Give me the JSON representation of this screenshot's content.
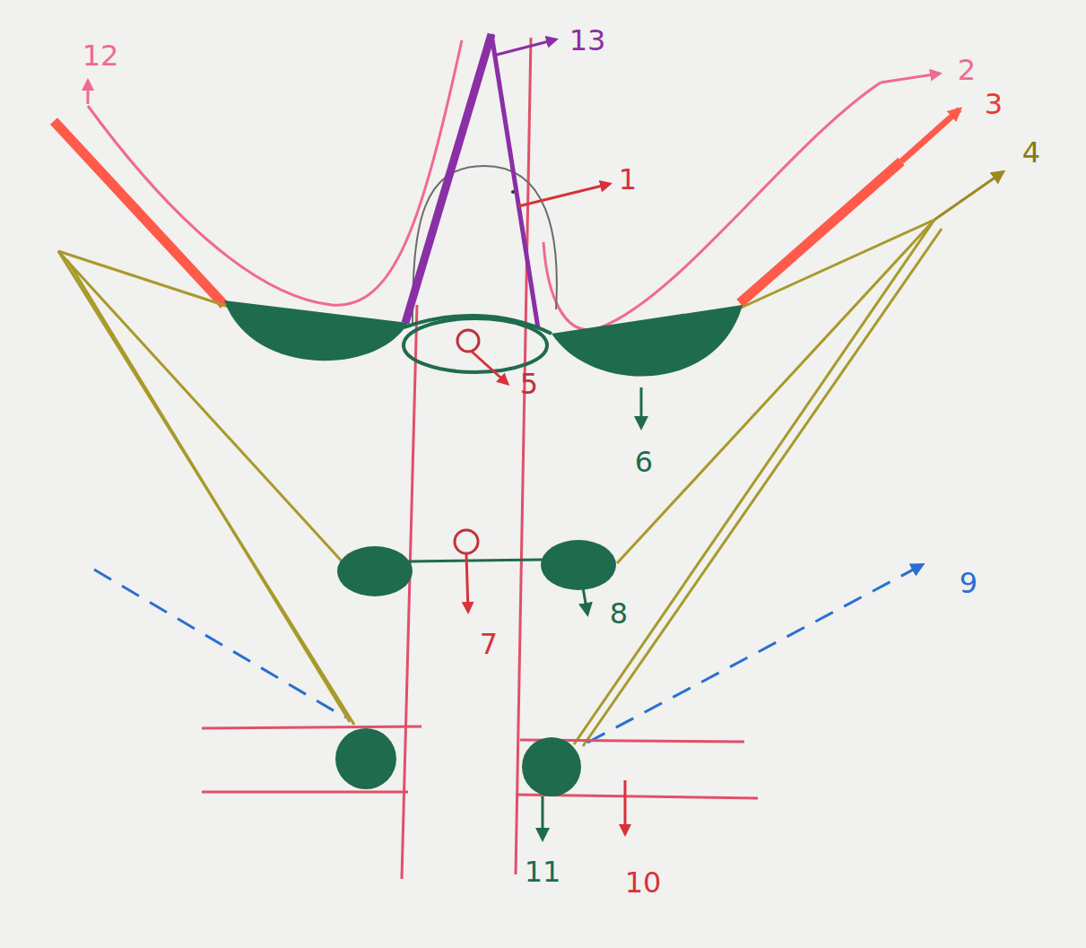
{
  "diagram": {
    "labels": [
      "12",
      "13",
      "2",
      "3",
      "1",
      "4",
      "5",
      "6",
      "7",
      "8",
      "9",
      "11",
      "10"
    ]
  }
}
